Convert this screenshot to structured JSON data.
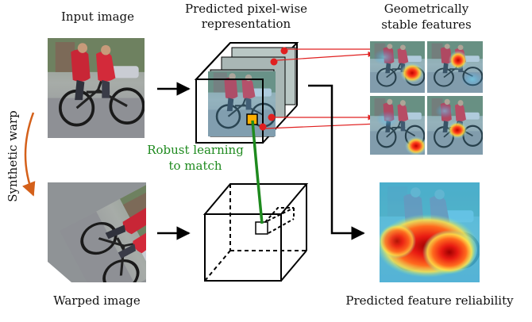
{
  "labels": {
    "input_image": "Input image",
    "predicted_line1": "Predicted pixel-wise",
    "predicted_line2": "representation",
    "geom_line1": "Geometrically",
    "geom_line2": "stable features",
    "robust_line1": "Robust learning",
    "robust_line2": "to match",
    "synthetic_warp": "Synthetic warp",
    "warped_image": "Warped image",
    "reliability": "Predicted feature reliability"
  },
  "colors": {
    "text": "#111111",
    "match_green": "#1e8a1e",
    "warp_orange": "#d4601a",
    "feature_red": "#e02020",
    "arrow_black": "#000000"
  }
}
